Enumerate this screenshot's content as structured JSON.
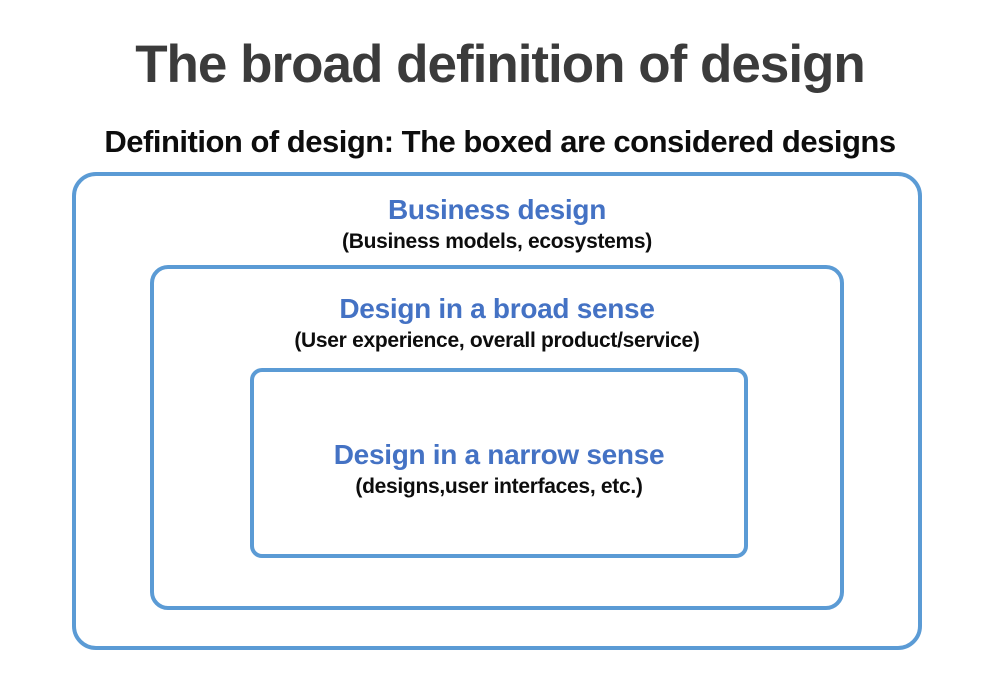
{
  "slide": {
    "title": "The broad definition of design",
    "subtitle": "Definition of design: The boxed are considered designs"
  },
  "diagram": {
    "boxes": [
      {
        "id": "business-design",
        "label": "Business design",
        "sublabel": "(Business models, ecosystems)"
      },
      {
        "id": "design-broad-sense",
        "label": "Design in a broad sense",
        "sublabel": "(User experience, overall product/service)"
      },
      {
        "id": "design-narrow-sense",
        "label": "Design in a narrow sense",
        "sublabel": "(designs,user interfaces, etc.)"
      }
    ],
    "colors": {
      "box_border": "#5B9BD5",
      "label_text": "#4472C4",
      "title_text": "#3B3B3B",
      "body_text": "#0D0D0D",
      "background": "#FFFFFF"
    }
  }
}
